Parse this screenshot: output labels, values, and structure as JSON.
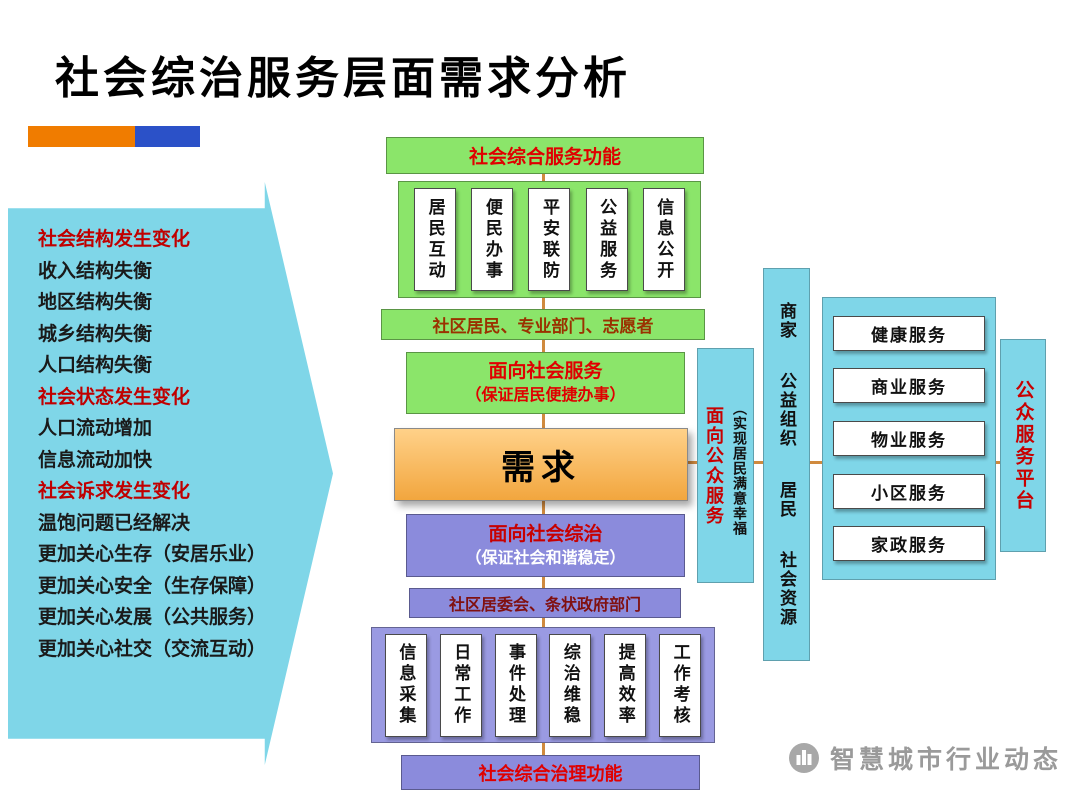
{
  "title": "社会综治服务层面需求分析",
  "left_arrow": {
    "items": [
      {
        "text": "社会结构发生变化",
        "emphasis": true
      },
      {
        "text": "收入结构失衡",
        "emphasis": false
      },
      {
        "text": "地区结构失衡",
        "emphasis": false
      },
      {
        "text": "城乡结构失衡",
        "emphasis": false
      },
      {
        "text": "人口结构失衡",
        "emphasis": false
      },
      {
        "text": "社会状态发生变化",
        "emphasis": true
      },
      {
        "text": "人口流动增加",
        "emphasis": false
      },
      {
        "text": "信息流动加快",
        "emphasis": false
      },
      {
        "text": "社会诉求发生变化",
        "emphasis": true
      },
      {
        "text": "温饱问题已经解决",
        "emphasis": false
      },
      {
        "text": "更加关心生存（安居乐业）",
        "emphasis": false
      },
      {
        "text": "更加关心安全（生存保障）",
        "emphasis": false
      },
      {
        "text": "更加关心发展（公共服务）",
        "emphasis": false
      },
      {
        "text": "更加关心社交（交流互动）",
        "emphasis": false
      }
    ]
  },
  "center": {
    "top_header": "社会综合服务功能",
    "top_functions": [
      "居民互动",
      "便民办事",
      "平安联防",
      "公益服务",
      "信息公开"
    ],
    "top_actors": "社区居民、专业部门、志愿者",
    "service_box": {
      "line1": "面向社会服务",
      "line2": "（保证居民便捷办事）"
    },
    "demand": "需求",
    "governance_box": {
      "line1": "面向社会综治",
      "line2": "（保证社会和谐稳定）"
    },
    "governance_actors": "社区居委会、条状政府部门",
    "bottom_functions": [
      "信息采集",
      "日常工作",
      "事件处理",
      "综治维稳",
      "提高效率",
      "工作考核"
    ],
    "bottom_header": "社会综合治理功能"
  },
  "right": {
    "public_service": {
      "label": "面向公众服务",
      "note": "（实现居民满意幸福"
    },
    "resources": [
      "商家",
      "公益组织",
      "居民",
      "社会资源"
    ],
    "services": [
      "健康服务",
      "商业服务",
      "物业服务",
      "小区服务",
      "家政服务"
    ],
    "platform": "公众服务平台"
  },
  "watermark": {
    "text": "智慧城市行业动态"
  },
  "colors": {
    "green": "#8BE56A",
    "purple": "#8B8BDC",
    "purple_light": "#9A9AE2",
    "cyan": "#7FD6E8",
    "orange_box": "#F5A93B",
    "connector": "#D08A3E",
    "accent_red": "#E00000",
    "bar_orange": "#F07C00",
    "bar_blue": "#2B51C8"
  }
}
